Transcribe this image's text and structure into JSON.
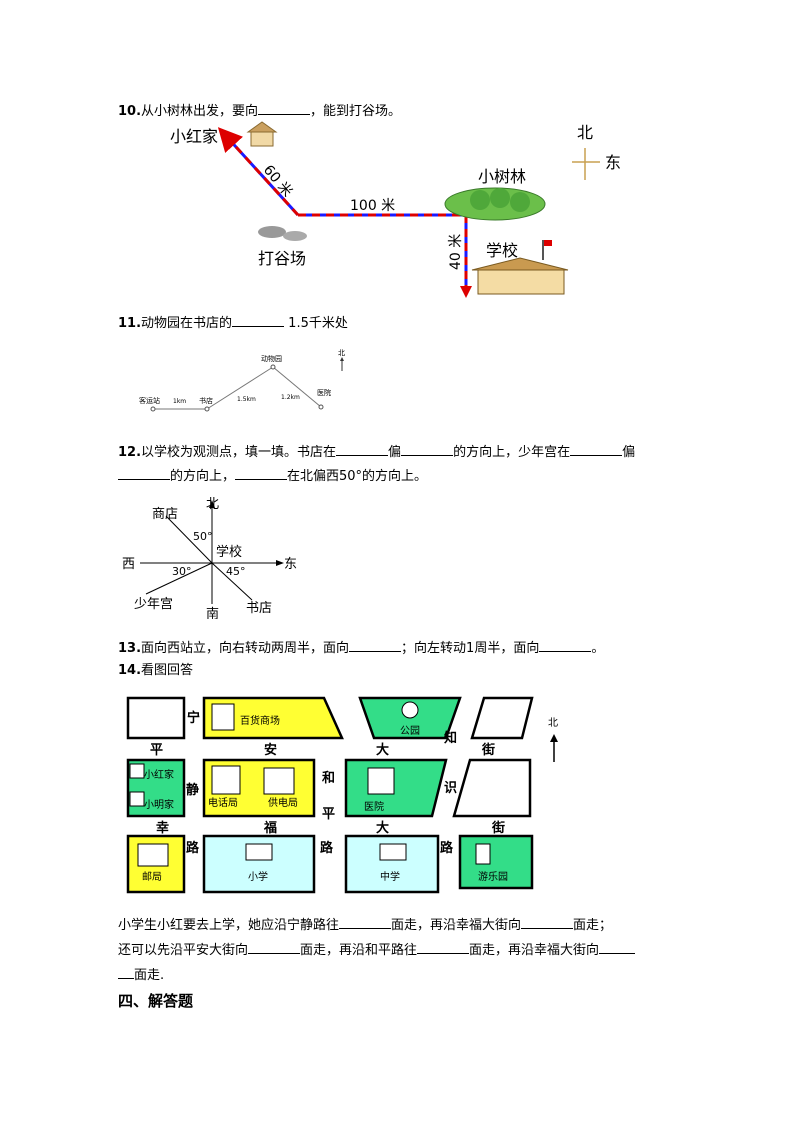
{
  "q10": {
    "num": "10.",
    "text_a": "从小树林出发，要向",
    "text_b": "，能到打谷场。",
    "map": {
      "xiaohong_home": "小红家",
      "xiaoshulin": "小树林",
      "dagu_field": "打谷场",
      "school": "学校",
      "north": "北",
      "east": "东",
      "dist_60": "60 米",
      "dist_100": "100 米",
      "dist_40": "40 米"
    }
  },
  "q11": {
    "num": "11.",
    "text_a": "动物园在书店的",
    "text_b": " 1.5千米处",
    "map": {
      "zoo": "动物园",
      "north": "北",
      "bus_station": "客运站",
      "bookstore": "书店",
      "hospital": "医院",
      "d1": "1km",
      "d2": "1.5km",
      "d3": "1.2km"
    }
  },
  "q12": {
    "num": "12.",
    "line1_a": "以学校为观测点，填一填。书店在",
    "line1_b": "偏",
    "line1_c": "的方向上，少年宫在",
    "line1_d": "偏",
    "line2_a": "的方向上，",
    "line2_b": "在北偏西50°的方向上。",
    "diagram": {
      "north": "北",
      "south": "南",
      "west": "西",
      "east": "东",
      "shop": "商店",
      "school": "学校",
      "youth_palace": "少年宫",
      "bookstore": "书店",
      "angle_50": "50°",
      "angle_30": "30°",
      "angle_45": "45°"
    }
  },
  "q13": {
    "num": "13.",
    "text_a": "面向西站立，向右转动两周半，面向",
    "text_b": "；向左转动1周半，面向",
    "text_c": "。"
  },
  "q14": {
    "num": "14.",
    "text": "看图回答",
    "map": {
      "north": "北",
      "department_store": "百货商场",
      "park": "公园",
      "xiaohong_home": "小红家",
      "xiaoming_home": "小明家",
      "telephone_office": "电话局",
      "supply_office": "供电局",
      "hospital": "医院",
      "post_office": "邮局",
      "primary_school": "小学",
      "middle_school": "中学",
      "amusement_park": "游乐园",
      "ning": "宁",
      "ping": "平",
      "an": "安",
      "da": "大",
      "zhi": "知",
      "jie": "街",
      "jing": "静",
      "he": "和",
      "ping2": "平",
      "shi": "识",
      "xing": "幸",
      "fu": "福",
      "da2": "大",
      "jie2": "街",
      "lu1": "路",
      "lu2": "路",
      "lu3": "路"
    },
    "line1_a": "小学生小红要去上学，她应沿宁静路往",
    "line1_b": "面走，再沿幸福大街向",
    "line1_c": "面走；",
    "line2_a": "还可以先沿平安大街向",
    "line2_b": "面走，再沿和平路往",
    "line2_c": "面走，再沿幸福大街向",
    "line3_a": "面走."
  },
  "section4": {
    "title": "四、解答题"
  },
  "colors": {
    "yellow": "#ffff33",
    "green": "#33dd88",
    "cyan": "#ccffff",
    "red": "#dd0000",
    "blue": "#1a1aff"
  }
}
